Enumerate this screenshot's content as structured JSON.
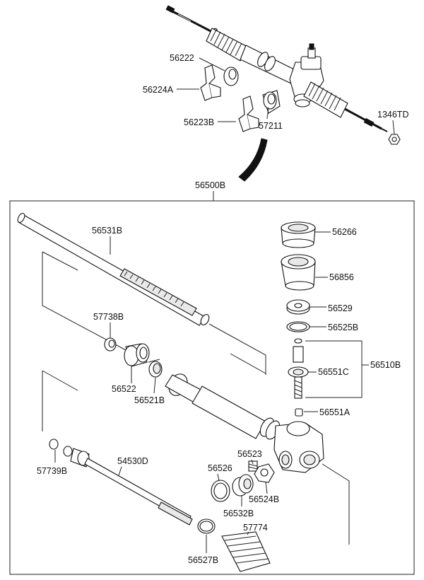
{
  "diagram": {
    "assembly_label": "56500B",
    "labels": [
      {
        "id": "56222",
        "name": "label-56222"
      },
      {
        "id": "56224A",
        "name": "label-56224a"
      },
      {
        "id": "56223B",
        "name": "label-56223b"
      },
      {
        "id": "57211",
        "name": "label-57211"
      },
      {
        "id": "1346TD",
        "name": "label-1346td"
      },
      {
        "id": "56531B",
        "name": "label-56531b"
      },
      {
        "id": "57738B",
        "name": "label-57738b"
      },
      {
        "id": "56522",
        "name": "label-56522"
      },
      {
        "id": "56521B",
        "name": "label-56521b"
      },
      {
        "id": "56266",
        "name": "label-56266"
      },
      {
        "id": "56856",
        "name": "label-56856"
      },
      {
        "id": "56529",
        "name": "label-56529"
      },
      {
        "id": "56525B",
        "name": "label-56525b"
      },
      {
        "id": "56551C",
        "name": "label-56551c"
      },
      {
        "id": "56510B",
        "name": "label-56510b"
      },
      {
        "id": "56551A",
        "name": "label-56551a"
      },
      {
        "id": "57739B",
        "name": "label-57739b"
      },
      {
        "id": "54530D",
        "name": "label-54530d"
      },
      {
        "id": "56523",
        "name": "label-56523"
      },
      {
        "id": "56526",
        "name": "label-56526"
      },
      {
        "id": "56524B",
        "name": "label-56524b"
      },
      {
        "id": "56532B",
        "name": "label-56532b"
      },
      {
        "id": "57774",
        "name": "label-57774"
      },
      {
        "id": "56527B",
        "name": "label-56527b"
      }
    ]
  }
}
